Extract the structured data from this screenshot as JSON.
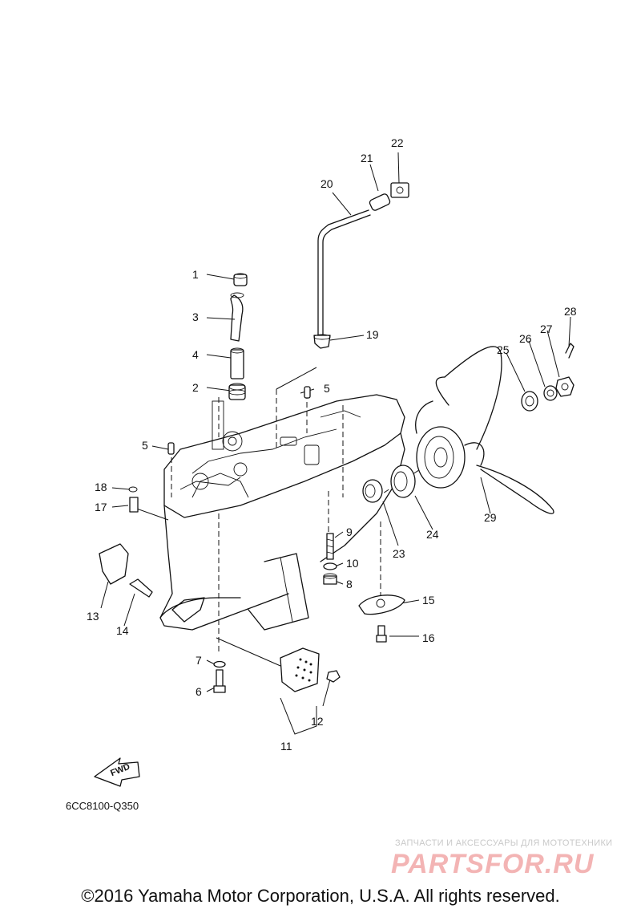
{
  "diagram": {
    "callouts": [
      "1",
      "2",
      "3",
      "4",
      "5",
      "5",
      "6",
      "7",
      "8",
      "9",
      "10",
      "11",
      "12",
      "13",
      "14",
      "15",
      "16",
      "17",
      "18",
      "19",
      "20",
      "21",
      "22",
      "23",
      "24",
      "25",
      "26",
      "27",
      "28",
      "29"
    ],
    "fwd_label": "FWD",
    "diagram_code": "6CC8100-Q350"
  },
  "watermark": {
    "subtitle": "ЗАПЧАСТИ И АКСЕССУАРЫ ДЛЯ МОТОТЕХНИКИ",
    "logo": "PARTSFOR.RU"
  },
  "footer": {
    "copyright": "©2016 Yamaha Motor Corporation, U.S.A. All rights reserved."
  }
}
